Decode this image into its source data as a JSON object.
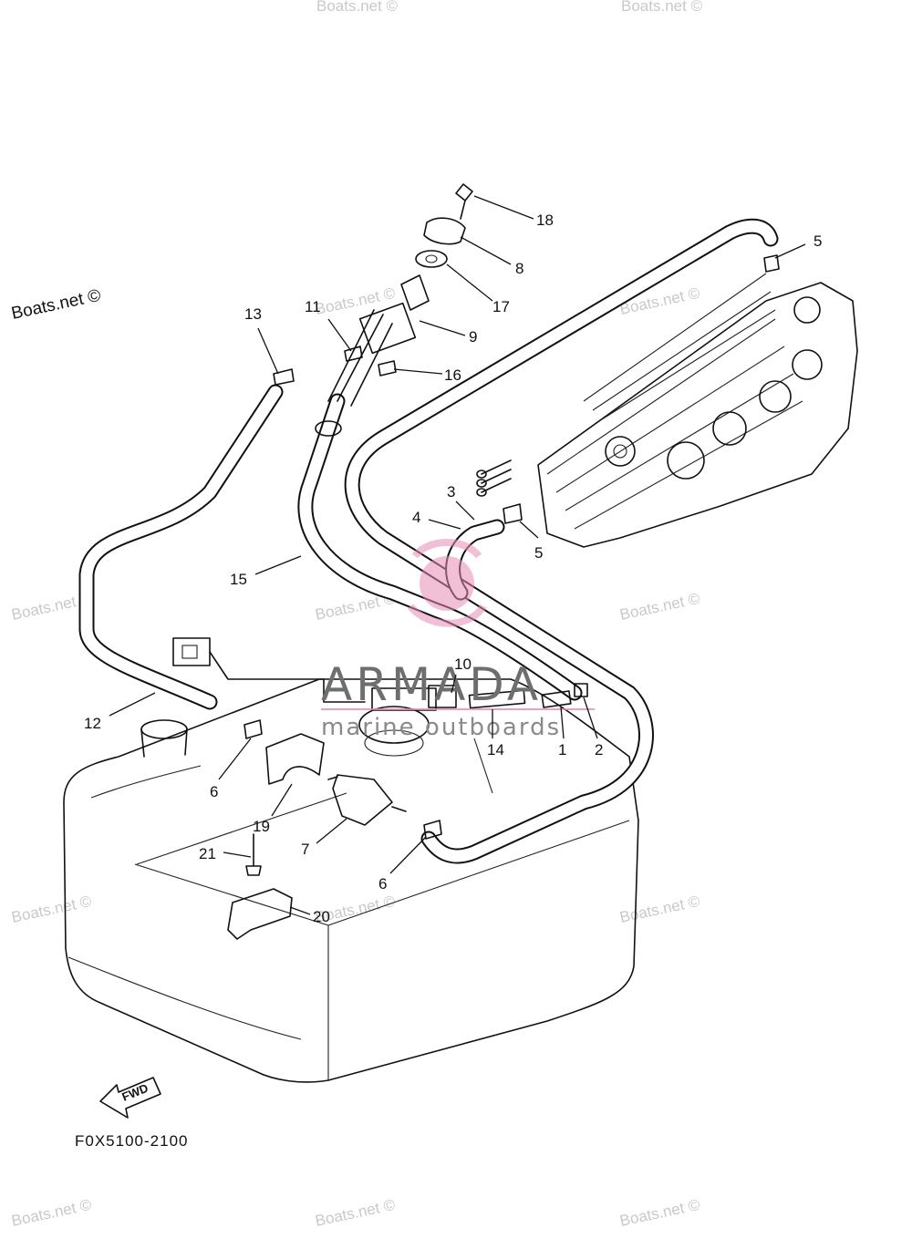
{
  "diagram": {
    "watermark_top_left": "Boats.net ©",
    "watermark_repeat": "Boats.net ©",
    "figure_code": "F0X5100-2100",
    "fwd_label": "FWD",
    "brand": {
      "name": "ARMADA",
      "tagline": "marine outboards",
      "accent_color": "#e58cb4"
    },
    "callouts": [
      {
        "id": "c18",
        "label": "18"
      },
      {
        "id": "c8",
        "label": "8"
      },
      {
        "id": "c5a",
        "label": "5"
      },
      {
        "id": "c17",
        "label": "17"
      },
      {
        "id": "c9",
        "label": "9"
      },
      {
        "id": "c13",
        "label": "13"
      },
      {
        "id": "c11",
        "label": "11"
      },
      {
        "id": "c16",
        "label": "16"
      },
      {
        "id": "c3",
        "label": "3"
      },
      {
        "id": "c4",
        "label": "4"
      },
      {
        "id": "c5b",
        "label": "5"
      },
      {
        "id": "c15",
        "label": "15"
      },
      {
        "id": "c10",
        "label": "10"
      },
      {
        "id": "c12",
        "label": "12"
      },
      {
        "id": "c14",
        "label": "14"
      },
      {
        "id": "c1",
        "label": "1"
      },
      {
        "id": "c2",
        "label": "2"
      },
      {
        "id": "c6a",
        "label": "6"
      },
      {
        "id": "c19",
        "label": "19"
      },
      {
        "id": "c7",
        "label": "7"
      },
      {
        "id": "c21",
        "label": "21"
      },
      {
        "id": "c6b",
        "label": "6"
      },
      {
        "id": "c20",
        "label": "20"
      }
    ]
  }
}
